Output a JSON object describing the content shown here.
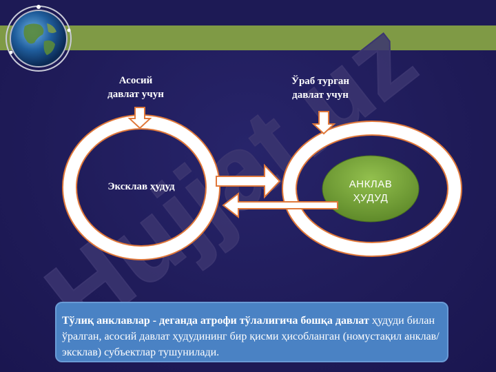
{
  "labels": {
    "main_state": "Асосий давлат учун",
    "main_state_line1": "Асосий",
    "main_state_line2": "давлат учун",
    "surrounding_state_line1": "Ўраб турган",
    "surrounding_state_line2": "давлат учун"
  },
  "circles": {
    "exclave_label": "Эксклав ҳудуд",
    "enclave_line1": "АНКЛАВ",
    "enclave_line2": "ҲУДУД"
  },
  "note": {
    "bold_text": "Тўлиқ анклавлар - деганда атрофи тўлалигича бошқа давлат",
    "text": " ҳудуди билан ўралган, асосий давлат ҳудудининг бир қисми ҳисобланган (номустақил анклав/эксклав) субъектлар тушунилади."
  },
  "watermark": "Hujjat.uz",
  "colors": {
    "background": "#201c5c",
    "top_bar": "#7f9a45",
    "ring_border": "#e0783a",
    "enclave_fill": "#7aa73a",
    "note_fill": "#4a82c4"
  }
}
